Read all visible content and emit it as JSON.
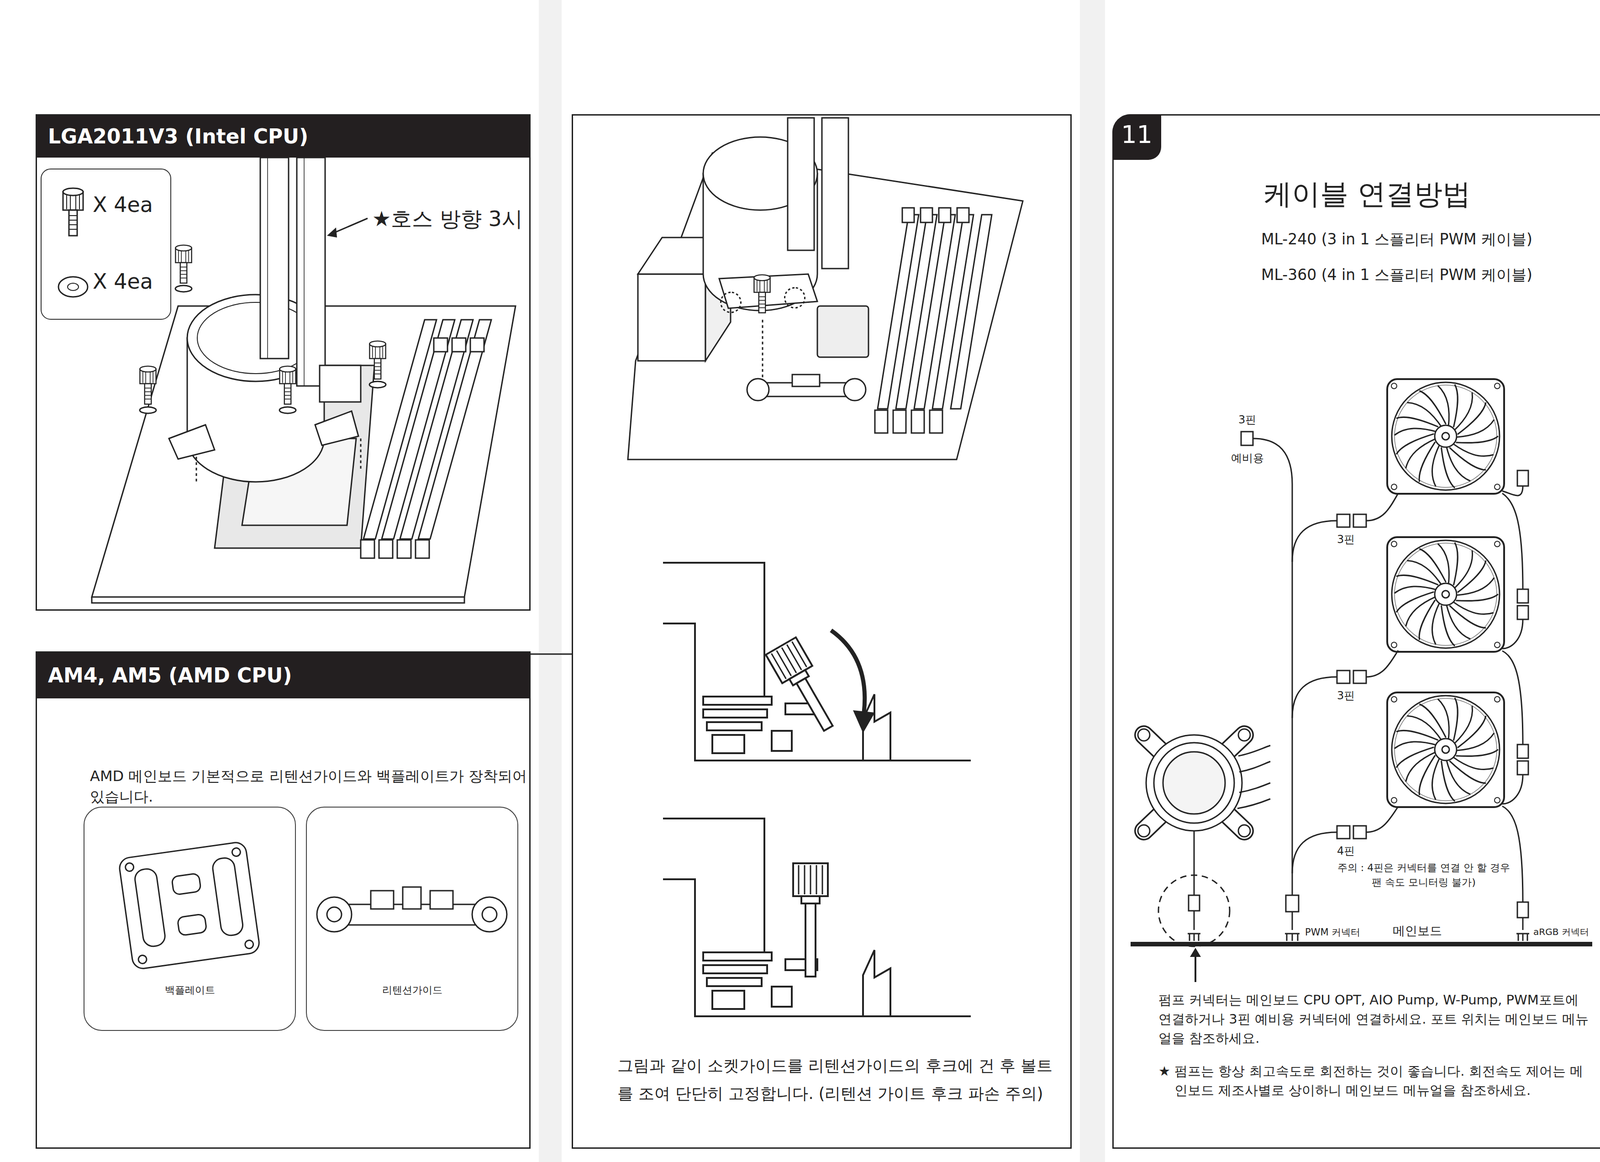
{
  "diagram": {
    "nodes": [
      {
        "text": [
          "LGA2011V3 (Intel CPU)"
        ]
      },
      {
        "text": [
          "X 4ea",
          "X 4ea"
        ],
        "in": 0
      },
      {
        "text": [
          "AM4, AM5 (AMD CPU)",
          "AMD 메인보드 기본적으로 리텐션가이드와 백플레이트가 장착되어 있습니다."
        ]
      },
      {
        "text": [
          "백플레이트"
        ],
        "in": 2
      },
      {
        "text": [
          "리텐션가이드"
        ],
        "in": 2
      },
      {
        "text": [
          "그림과 같이 소켓가이드를 리텐션가이드의 후크에 건 후 볼트를 조여 단단히 고정합니다. (리텐션 가이트 후크 파손 주의)"
        ]
      },
      {
        "text": [
          "케이블 연결방법"
        ]
      },
      {
        "text": [
          "11"
        ],
        "in": 6
      }
    ],
    "labels": [
      "★호스 방향 3시",
      "ML-240 (3 in 1 스플리터 PWM 케이블)",
      "ML-360 (4 in 1 스플리터 PWM 케이블)",
      "3핀",
      "예비용",
      "3핀",
      "3핀",
      "4핀",
      "주의 : 4핀은 커넥터를 연결 안 할 경우 팬 속도 모니터링 불가)",
      "PWM 커넥터",
      "메인보드",
      "aRGB 커넥터",
      "펌프 커넥터는 메인보드 CPU OPT, AIO Pump, W-Pump, PWM포트에 연결하거나 3핀 예비용 커넥터에 연결하세요. 포트 위치는 메인보드 메뉴얼을 참조하세요.",
      "★ 펌프는 항상 최고속도로 회전하는 것이 좋습니다. 회전속도 제어는 메인보드 제조사별로 상이하니 메인보드 메뉴얼을 참조하세요."
    ]
  }
}
